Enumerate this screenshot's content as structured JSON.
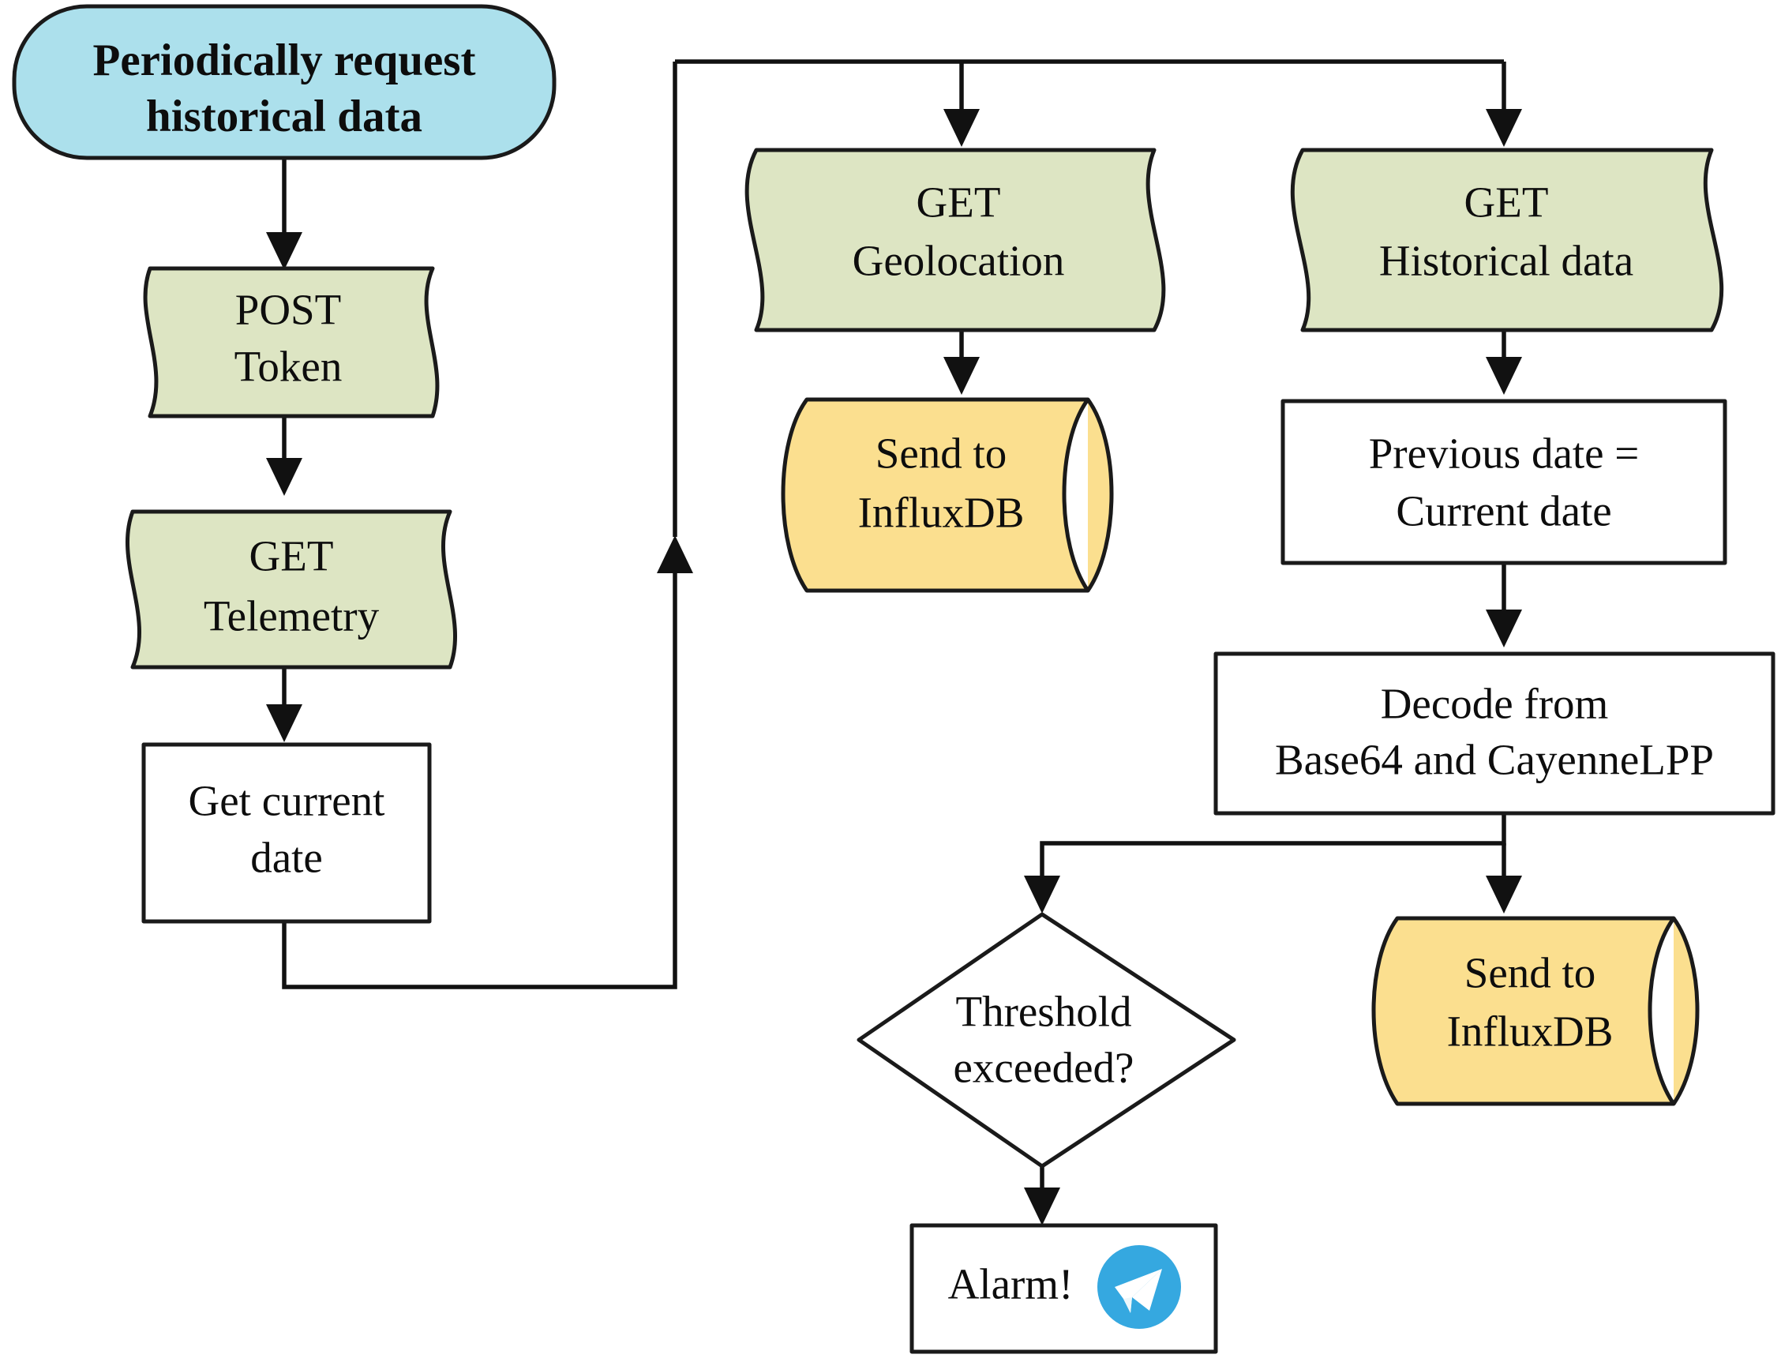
{
  "diagram": {
    "title": "Periodic historical data request flowchart",
    "type": "flowchart",
    "background": "#ffffff",
    "palette": {
      "start_fill": "#ace0ec",
      "request_fill": "#dde5c3",
      "database_fill": "#fbdf8f",
      "process_fill": "#ffffff",
      "decision_fill": "#ffffff",
      "stroke": "#1a1a1a",
      "telegram_blue": "#35a8e0",
      "telegram_plane": "#ffffff"
    },
    "nodes": [
      {
        "id": "start",
        "shape": "rounded-rectangle",
        "role": "start-node",
        "lines": [
          "Periodically request",
          "historical data"
        ],
        "fill": "#ace0ec",
        "bold": true
      },
      {
        "id": "post-token",
        "shape": "punched-tape",
        "role": "request-node",
        "lines": [
          "POST",
          "Token"
        ],
        "fill": "#dde5c3",
        "bold": false
      },
      {
        "id": "get-telemetry",
        "shape": "punched-tape",
        "role": "request-node",
        "lines": [
          "GET",
          "Telemetry"
        ],
        "fill": "#dde5c3",
        "bold": false
      },
      {
        "id": "get-current-date",
        "shape": "rectangle",
        "role": "process-node",
        "lines": [
          "Get current",
          "date"
        ],
        "fill": "#ffffff",
        "bold": false
      },
      {
        "id": "get-geolocation",
        "shape": "punched-tape",
        "role": "request-node",
        "lines": [
          "GET",
          "Geolocation"
        ],
        "fill": "#dde5c3",
        "bold": false
      },
      {
        "id": "send-influxdb-geo",
        "shape": "cylinder",
        "role": "database-node",
        "lines": [
          "Send to",
          "InfluxDB"
        ],
        "fill": "#fbdf8f",
        "bold": false
      },
      {
        "id": "get-historical-data",
        "shape": "punched-tape",
        "role": "request-node",
        "lines": [
          "GET",
          "Historical data"
        ],
        "fill": "#dde5c3",
        "bold": false
      },
      {
        "id": "previous-date",
        "shape": "rectangle",
        "role": "process-node",
        "lines": [
          "Previous date =",
          "Current date"
        ],
        "fill": "#ffffff",
        "bold": false
      },
      {
        "id": "decode",
        "shape": "rectangle",
        "role": "process-node",
        "lines": [
          "Decode from",
          "Base64 and CayenneLPP"
        ],
        "fill": "#ffffff",
        "bold": false
      },
      {
        "id": "threshold",
        "shape": "diamond",
        "role": "decision-node",
        "lines": [
          "Threshold",
          "exceeded?"
        ],
        "fill": "#ffffff",
        "bold": false
      },
      {
        "id": "send-influxdb-hist",
        "shape": "cylinder",
        "role": "database-node",
        "lines": [
          "Send to",
          "InfluxDB"
        ],
        "fill": "#fbdf8f",
        "bold": false
      },
      {
        "id": "alarm",
        "shape": "rectangle",
        "role": "output-node",
        "lines": [
          "Alarm!"
        ],
        "icon": "telegram-icon",
        "fill": "#ffffff",
        "bold": false
      }
    ],
    "edges": [
      {
        "id": "e1",
        "from": "start",
        "to": "post-token",
        "arrow": true
      },
      {
        "id": "e2",
        "from": "post-token",
        "to": "get-telemetry",
        "arrow": true
      },
      {
        "id": "e3",
        "from": "get-telemetry",
        "to": "get-current-date",
        "arrow": true
      },
      {
        "id": "e4",
        "from": "get-current-date",
        "to": "loop-bus",
        "arrow": true,
        "style": "orthogonal-up"
      },
      {
        "id": "e5",
        "from": "loop-bus",
        "to": "get-geolocation",
        "arrow": true,
        "style": "orthogonal"
      },
      {
        "id": "e6",
        "from": "loop-bus",
        "to": "get-historical-data",
        "arrow": true,
        "style": "orthogonal"
      },
      {
        "id": "e7",
        "from": "get-geolocation",
        "to": "send-influxdb-geo",
        "arrow": true
      },
      {
        "id": "e8",
        "from": "get-historical-data",
        "to": "previous-date",
        "arrow": true
      },
      {
        "id": "e9",
        "from": "previous-date",
        "to": "decode",
        "arrow": true
      },
      {
        "id": "e10",
        "from": "decode",
        "to": "threshold",
        "arrow": true,
        "style": "orthogonal"
      },
      {
        "id": "e11",
        "from": "decode",
        "to": "send-influxdb-hist",
        "arrow": true
      },
      {
        "id": "e12",
        "from": "threshold",
        "to": "alarm",
        "arrow": true
      }
    ]
  }
}
